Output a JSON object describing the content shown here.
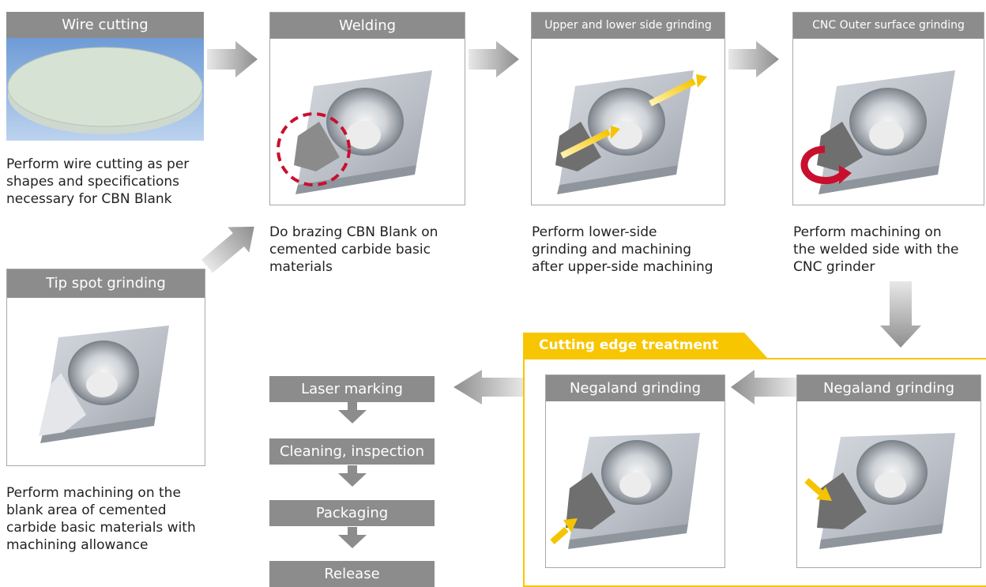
{
  "colors": {
    "header_gray": "#8c8c8c",
    "accent_yellow": "#f7c600",
    "arrow_gray": "#9a9a9a",
    "marker_red": "#c8102e"
  },
  "stages": {
    "wire_cutting": {
      "title": "Wire cutting",
      "description": [
        "Perform wire cutting as per",
        "shapes and specifications",
        "necessary for CBN Blank"
      ]
    },
    "welding": {
      "title": "Welding",
      "description": [
        "Do brazing CBN Blank on",
        "cemented carbide basic",
        "materials"
      ]
    },
    "side_grinding": {
      "title": "Upper and lower side grinding",
      "description": [
        "Perform lower-side",
        "grinding and machining",
        "after upper-side machining"
      ]
    },
    "cnc_grinding": {
      "title": "CNC Outer surface grinding",
      "description": [
        "Perform machining on",
        "the welded side with the",
        "CNC grinder"
      ]
    },
    "tip_spot": {
      "title": "Tip spot grinding",
      "description": [
        "Perform machining on the",
        "blank area of cemented",
        "carbide basic materials with",
        "machining allowance"
      ]
    },
    "edge_group": {
      "title": "Cutting edge treatment"
    },
    "negaland_right": {
      "title": "Negaland grinding"
    },
    "negaland_left": {
      "title": "Negaland grinding"
    },
    "final_steps": [
      "Laser marking",
      "Cleaning, inspection",
      "Packaging",
      "Release"
    ]
  }
}
